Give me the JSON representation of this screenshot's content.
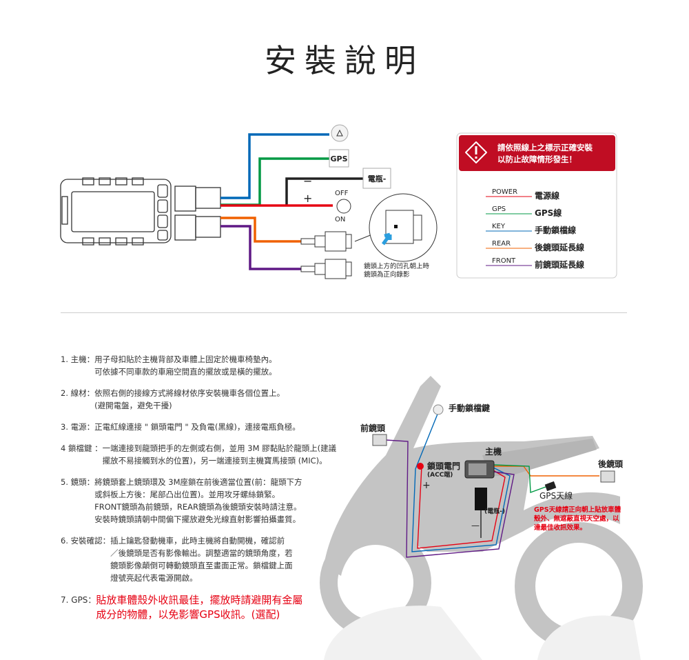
{
  "title": "安裝說明",
  "wiring": {
    "gps_box": "GPS",
    "battery_box": "電瓶-",
    "minus": "−",
    "plus": "+",
    "off": "OFF",
    "on": "ON",
    "lens_caption": [
      "鏡頭上方的凹孔朝上時",
      "鏡頭為正向錄影"
    ]
  },
  "warning": {
    "lines": [
      "請依照線上之標示正確安裝",
      "以防止故障情形發生！"
    ],
    "legend": [
      {
        "code": "POWER",
        "name": "電源線",
        "color": "#e60012"
      },
      {
        "code": "GPS",
        "name": "GPS線",
        "color": "#009944"
      },
      {
        "code": "KEY",
        "name": "手動鎖檔線",
        "color": "#0068b7"
      },
      {
        "code": "REAR",
        "name": "後鏡頭延長線",
        "color": "#f06000"
      },
      {
        "code": "FRONT",
        "name": "前鏡頭延長線",
        "color": "#5f1985"
      }
    ]
  },
  "steps": [
    {
      "label": "1. 主機：",
      "lines": [
        "用子母扣貼於主機背部及車體上固定於機車椅墊內。",
        "可依據不同車款的車廂空間直的擺放或是橫的擺放。"
      ]
    },
    {
      "label": "2. 線材：",
      "lines": [
        "依照右側的接線方式將線材依序安裝機車各個位置上。",
        "(避開電盤，避免干擾)"
      ]
    },
    {
      "label": "3. 電源：",
      "lines": [
        "正電紅線連接 \" 鎖頭電門 \" 及負電(黑線)，連接電瓶負極。"
      ]
    },
    {
      "label": "4 鎖檔鍵 ：",
      "lines": [
        "一端連接到龍頭把手的左側或右側，並用 3M 膠黏貼於龍頭上(建議",
        "擺放不易接觸到水的位置)，另一端連接到主機寶馬接頭 (MIC)。"
      ]
    },
    {
      "label": "5. 鏡頭：",
      "lines": [
        "將鏡頭套上鏡頭環及 3M座鎖在前後適當位置(前：龍頭下方",
        "或斜板上方後：尾部凸出位置)。並用攻牙螺絲鎖緊。",
        "FRONT鏡頭為前鏡頭，REAR鏡頭為後鏡頭安裝時請注意。",
        "安裝時鏡頭請朝中間偏下擺放避免光線直射影響拍攝畫質。"
      ]
    },
    {
      "label": "6. 安裝確認：",
      "lines": [
        "插上鑰匙發動機車，此時主機將自動開機，確認前",
        "／後鏡頭是否有影像輸出。調整適當的鏡頭角度，若",
        "鏡頭影像顛倒可轉動鏡頭直至畫面正常。鎖檔鍵上面",
        "燈號亮起代表電源開啟。"
      ]
    },
    {
      "label": "7. GPS：",
      "lines": [
        "貼放車體殼外收訊最佳，擺放時請避開有金屬",
        "成分的物體，以免影響GPS收訊。(選配)"
      ]
    }
  ],
  "scooter": {
    "key_button": "手動鎖檔鍵",
    "front_cam": "前鏡頭",
    "main_unit": "主機",
    "ignition": "鎖頭電門",
    "acc": "(ACC端)",
    "plus": "+",
    "rear_cam": "後鏡頭",
    "gps_antenna": "GPS天線",
    "battery": "(電瓶-)",
    "minus": "—",
    "gps_note": [
      "GPS天線請正向朝上貼放車體",
      "殼外、無遮蔽直視天空處，以",
      "達最佳收訊效果。"
    ]
  }
}
